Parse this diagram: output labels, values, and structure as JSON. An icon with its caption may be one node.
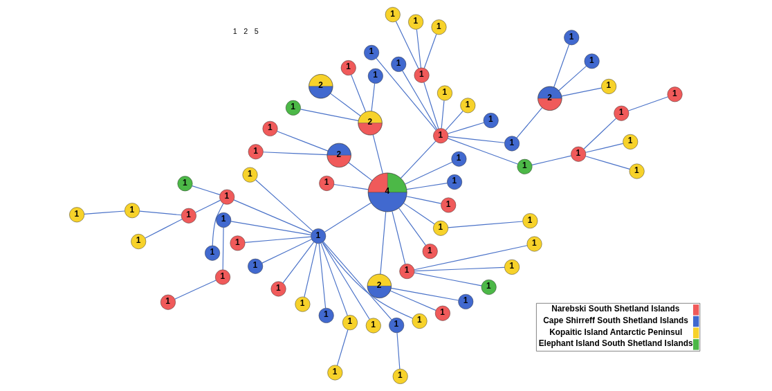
{
  "diagram": {
    "nodes": [
      {
        "text": [
          "4"
        ]
      },
      {
        "text": [
          "1"
        ]
      },
      {
        "text": [
          "1"
        ]
      },
      {
        "text": [
          "1"
        ]
      },
      {
        "text": [
          "1"
        ]
      },
      {
        "text": [
          "1"
        ]
      },
      {
        "text": [
          "1"
        ]
      },
      {
        "text": [
          "1"
        ]
      },
      {
        "text": [
          "1"
        ]
      },
      {
        "text": [
          "2"
        ]
      },
      {
        "text": [
          "1"
        ]
      },
      {
        "text": [
          "1"
        ]
      },
      {
        "text": [
          "1"
        ]
      },
      {
        "text": [
          "1"
        ]
      },
      {
        "text": [
          "1"
        ]
      },
      {
        "text": [
          "1"
        ]
      },
      {
        "text": [
          "1"
        ]
      },
      {
        "text": [
          "1"
        ]
      },
      {
        "text": [
          "1"
        ]
      },
      {
        "text": [
          "1"
        ]
      },
      {
        "text": [
          "1"
        ]
      },
      {
        "text": [
          "1"
        ]
      },
      {
        "text": [
          "2"
        ]
      },
      {
        "text": [
          "1"
        ]
      },
      {
        "text": [
          "1"
        ]
      },
      {
        "text": [
          "2"
        ]
      },
      {
        "text": [
          "1"
        ]
      },
      {
        "text": [
          "2"
        ]
      },
      {
        "text": [
          "1"
        ]
      },
      {
        "text": [
          "1"
        ]
      },
      {
        "text": [
          "1"
        ]
      },
      {
        "text": [
          "1"
        ]
      },
      {
        "text": [
          "1"
        ]
      },
      {
        "text": [
          "1"
        ]
      },
      {
        "text": [
          "1"
        ]
      },
      {
        "text": [
          "1"
        ]
      },
      {
        "text": [
          "1"
        ]
      },
      {
        "text": [
          "1"
        ]
      },
      {
        "text": [
          "1"
        ]
      },
      {
        "text": [
          "1"
        ]
      },
      {
        "text": [
          "1"
        ]
      },
      {
        "text": [
          "1"
        ]
      },
      {
        "text": [
          "1"
        ]
      },
      {
        "text": [
          "1"
        ]
      },
      {
        "text": [
          "1"
        ]
      },
      {
        "text": [
          "1"
        ]
      },
      {
        "text": [
          "1"
        ]
      },
      {
        "text": [
          "1"
        ]
      },
      {
        "text": [
          "1"
        ]
      },
      {
        "text": [
          "1"
        ]
      },
      {
        "text": [
          "1"
        ]
      },
      {
        "text": [
          "1"
        ]
      },
      {
        "text": [
          "1"
        ]
      },
      {
        "text": [
          "1"
        ]
      },
      {
        "text": [
          "2"
        ]
      },
      {
        "text": [
          "1"
        ]
      },
      {
        "text": [
          "1"
        ]
      },
      {
        "text": [
          "1"
        ]
      },
      {
        "text": [
          "1"
        ]
      },
      {
        "text": [
          "1"
        ]
      },
      {
        "text": [
          "1"
        ]
      },
      {
        "text": [
          "1"
        ]
      },
      {
        "text": [
          "1"
        ]
      },
      {
        "text": [
          "1"
        ]
      },
      {
        "text": [
          "1"
        ]
      },
      {
        "text": [
          "1"
        ]
      },
      {
        "text": [
          "1"
        ]
      }
    ],
    "edges": [
      {
        "from": 0,
        "to": 1,
        "arrow": "none"
      },
      {
        "from": 1,
        "to": 2,
        "arrow": "none"
      },
      {
        "from": 2,
        "to": 3,
        "arrow": "none"
      },
      {
        "from": 3,
        "to": 4,
        "arrow": "none"
      },
      {
        "from": 3,
        "to": 5,
        "arrow": "none"
      },
      {
        "from": 3,
        "to": 6,
        "arrow": "none"
      },
      {
        "from": 6,
        "to": 7,
        "arrow": "none"
      },
      {
        "from": 1,
        "to": 8,
        "arrow": "none"
      },
      {
        "from": 8,
        "to": 9,
        "arrow": "none"
      },
      {
        "from": 9,
        "to": 10,
        "arrow": "none"
      },
      {
        "from": 9,
        "to": 11,
        "arrow": "none"
      },
      {
        "from": 9,
        "to": 12,
        "arrow": "none"
      },
      {
        "from": 1,
        "to": 13,
        "arrow": "none"
      },
      {
        "from": 1,
        "to": 14,
        "arrow": "none"
      },
      {
        "from": 1,
        "to": 15,
        "arrow": "none"
      },
      {
        "from": 1,
        "to": 16,
        "arrow": "none"
      },
      {
        "from": 16,
        "to": 17,
        "arrow": "none"
      },
      {
        "from": 16,
        "to": 18,
        "arrow": "none"
      },
      {
        "from": 16,
        "to": 19,
        "arrow": "none"
      },
      {
        "from": 1,
        "to": 20,
        "arrow": "none"
      },
      {
        "from": 1,
        "to": 21,
        "arrow": "none"
      },
      {
        "from": 0,
        "to": 22,
        "arrow": "none"
      },
      {
        "from": 22,
        "to": 23,
        "arrow": "none"
      },
      {
        "from": 22,
        "to": 24,
        "arrow": "none"
      },
      {
        "from": 22,
        "to": 25,
        "arrow": "none"
      },
      {
        "from": 22,
        "to": 26,
        "arrow": "none"
      },
      {
        "from": 0,
        "to": 27,
        "arrow": "none"
      },
      {
        "from": 27,
        "to": 28,
        "arrow": "none"
      },
      {
        "from": 27,
        "to": 29,
        "arrow": "none"
      },
      {
        "from": 0,
        "to": 30,
        "arrow": "none"
      },
      {
        "from": 0,
        "to": 31,
        "arrow": "none"
      },
      {
        "from": 31,
        "to": 32,
        "arrow": "none"
      },
      {
        "from": 31,
        "to": 33,
        "arrow": "none"
      },
      {
        "from": 33,
        "to": 34,
        "arrow": "none"
      },
      {
        "from": 33,
        "to": 35,
        "arrow": "none"
      },
      {
        "from": 35,
        "to": 36,
        "arrow": "none"
      },
      {
        "from": 36,
        "to": 37,
        "arrow": "none"
      },
      {
        "from": 35,
        "to": 38,
        "arrow": "none"
      },
      {
        "from": 33,
        "to": 39,
        "arrow": "none"
      },
      {
        "from": 31,
        "to": 40,
        "arrow": "none"
      },
      {
        "from": 40,
        "to": 41,
        "arrow": "none"
      },
      {
        "from": 41,
        "to": 42,
        "arrow": "none"
      },
      {
        "from": 31,
        "to": 43,
        "arrow": "none"
      },
      {
        "from": 31,
        "to": 44,
        "arrow": "none"
      },
      {
        "from": 31,
        "to": 45,
        "arrow": "none"
      },
      {
        "from": 31,
        "to": 46,
        "arrow": "none"
      },
      {
        "from": 31,
        "to": 47,
        "arrow": "none"
      },
      {
        "from": 31,
        "to": 48,
        "arrow": "none"
      },
      {
        "from": 48,
        "to": 49,
        "arrow": "none"
      },
      {
        "from": 31,
        "to": 50,
        "arrow": "none"
      },
      {
        "from": 31,
        "to": 51,
        "arrow": "none"
      },
      {
        "from": 51,
        "to": 52,
        "arrow": "none"
      },
      {
        "from": 31,
        "to": 53,
        "arrow": "none"
      },
      {
        "from": 0,
        "to": 54,
        "arrow": "none"
      },
      {
        "from": 54,
        "to": 55,
        "arrow": "none"
      },
      {
        "from": 54,
        "to": 56,
        "arrow": "none"
      },
      {
        "from": 0,
        "to": 57,
        "arrow": "none"
      },
      {
        "from": 57,
        "to": 58,
        "arrow": "none"
      },
      {
        "from": 57,
        "to": 59,
        "arrow": "none"
      },
      {
        "from": 57,
        "to": 60,
        "arrow": "none"
      },
      {
        "from": 0,
        "to": 61,
        "arrow": "none"
      },
      {
        "from": 0,
        "to": 62,
        "arrow": "none"
      },
      {
        "from": 62,
        "to": 63,
        "arrow": "none"
      },
      {
        "from": 0,
        "to": 64,
        "arrow": "none"
      },
      {
        "from": 0,
        "to": 65,
        "arrow": "none"
      },
      {
        "from": 0,
        "to": 66,
        "arrow": "none"
      }
    ],
    "labels": [
      "1",
      "2",
      "5"
    ],
    "legend": [
      {
        "text": "Narebski South Shetland Islands",
        "color": "#f05a5a"
      },
      {
        "text": "Cape Shirreff South Shetland Islands",
        "color": "#4169cf"
      },
      {
        "text": "Kopaitic Island Antarctic Peninsul",
        "color": "#f7d22a"
      },
      {
        "text": "Elephant Island South Shetland Islands",
        "color": "#4cb847"
      }
    ]
  }
}
